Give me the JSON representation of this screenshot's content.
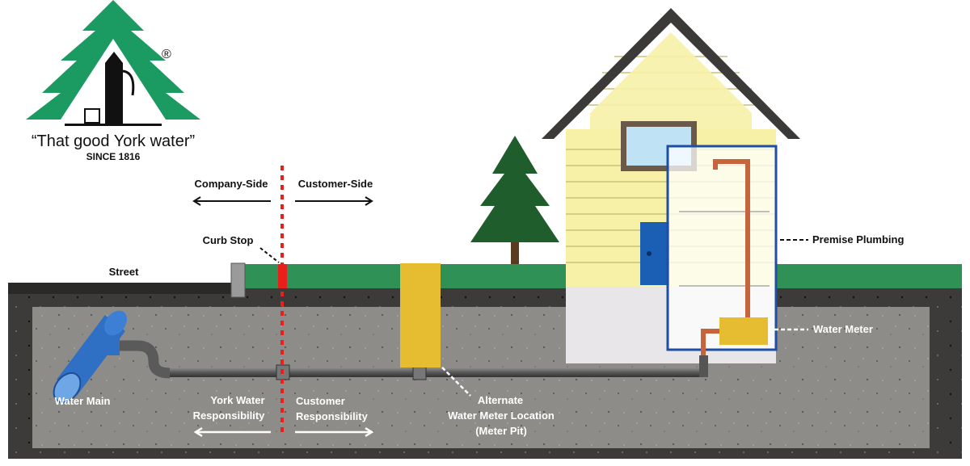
{
  "logo": {
    "tagline": "“That good York water”",
    "since": "SINCE 1816",
    "registered": "®"
  },
  "labels": {
    "company_side": "Company-Side",
    "customer_side": "Customer-Side",
    "curb_stop": "Curb Stop",
    "street": "Street",
    "premise_plumbing": "Premise Plumbing",
    "water_meter": "Water Meter",
    "water_main": "Water Main",
    "york_responsibility": [
      "York Water",
      "Responsibility"
    ],
    "customer_responsibility": [
      "Customer",
      "Responsibility"
    ],
    "alternate_meter": [
      "Alternate",
      "Water Meter Location",
      "(Meter Pit)"
    ]
  },
  "colors": {
    "logo_green": "#1b9a61",
    "grass": "#2f9155",
    "divider_red": "#e8201c",
    "meter_yellow": "#e6bd30",
    "house_wall": "#f6f1a6",
    "plumbing_outline": "#1f4fa3",
    "main_blue": "#2f6fc4"
  }
}
